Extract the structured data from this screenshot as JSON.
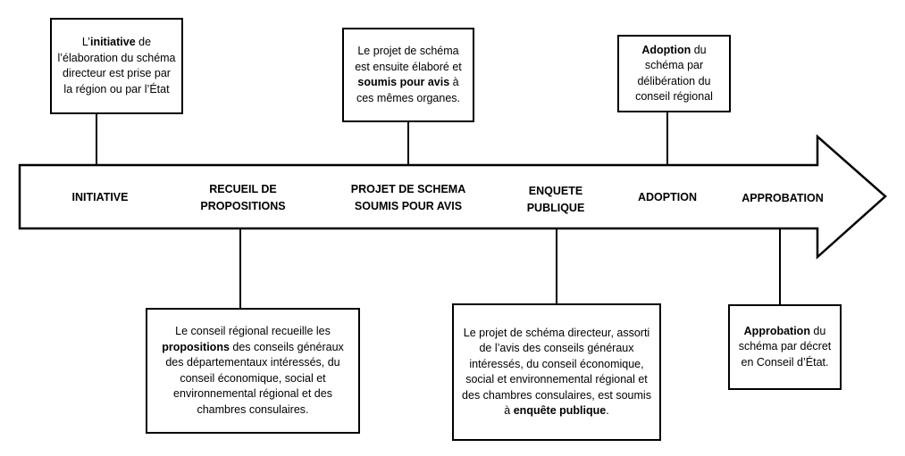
{
  "stages": [
    {
      "label": "INITIATIVE"
    },
    {
      "line1": "RECUEIL DE",
      "line2": "PROPOSITIONS"
    },
    {
      "line1": "PROJET DE SCHEMA",
      "line2": "SOUMIS POUR AVIS"
    },
    {
      "line1": "ENQUETE",
      "line2": "PUBLIQUE"
    },
    {
      "label": "ADOPTION"
    },
    {
      "label": "APPROBATION"
    }
  ],
  "boxes": {
    "initiative": {
      "pre": "L’",
      "bold": "initiative",
      "post": " de l’élaboration du schéma directeur est prise par la région ou par l’État"
    },
    "projet": {
      "pre": "Le projet de schéma est ensuite élaboré et ",
      "bold": "soumis pour avis",
      "post": " à ces mêmes organes."
    },
    "adoption": {
      "pre": "",
      "bold": "Adoption",
      "post": " du schéma par délibération du conseil régional"
    },
    "recueil": {
      "pre": "Le conseil régional recueille les ",
      "bold": "propositions",
      "post": " des conseils généraux des départementaux intéressés, du conseil économique, social et environnemental régional et des chambres consulaires."
    },
    "enquete": {
      "pre": "Le projet de schéma directeur, assorti de l’avis des conseils généraux intéressés, du conseil économique, social et environnemental régional et des chambres consulaires, est soumis à ",
      "bold": "enquête publique",
      "post": "."
    },
    "approbation": {
      "pre": "",
      "bold": "Approbation",
      "post": " du schéma par décret en Conseil d’État."
    }
  }
}
